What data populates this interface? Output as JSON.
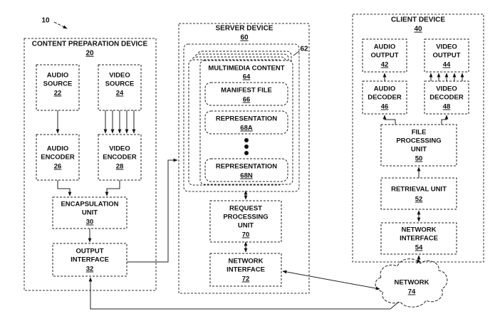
{
  "figure_ref": "10",
  "content_preparation_device": {
    "title": "CONTENT PREPARATION DEVICE",
    "num": "20",
    "audio_source": {
      "l1": "AUDIO",
      "l2": "SOURCE",
      "num": "22"
    },
    "video_source": {
      "l1": "VIDEO",
      "l2": "SOURCE",
      "num": "24"
    },
    "audio_encoder": {
      "l1": "AUDIO",
      "l2": "ENCODER",
      "num": "26"
    },
    "video_encoder": {
      "l1": "VIDEO",
      "l2": "ENCODER",
      "num": "28"
    },
    "encapsulation_unit": {
      "l1": "ENCAPSULATION",
      "l2": "UNIT",
      "num": "30"
    },
    "output_interface": {
      "l1": "OUTPUT",
      "l2": "INTERFACE",
      "num": "32"
    }
  },
  "server_device": {
    "title": "SERVER DEVICE",
    "num": "60",
    "stack_ref": "62",
    "multimedia_content": {
      "l1": "MULTIMEDIA CONTENT",
      "num": "64"
    },
    "manifest_file": {
      "l1": "MANIFEST FILE",
      "num": "66"
    },
    "representation_a": {
      "l1": "REPRESENTATION",
      "num": "68A"
    },
    "representation_n": {
      "l1": "REPRESENTATION",
      "num": "68N"
    },
    "request_processing_unit": {
      "l1": "REQUEST",
      "l2": "PROCESSING",
      "l3": "UNIT",
      "num": "70"
    },
    "network_interface": {
      "l1": "NETWORK",
      "l2": "INTERFACE",
      "num": "72"
    }
  },
  "client_device": {
    "title": "CLIENT DEVICE",
    "num": "40",
    "audio_output": {
      "l1": "AUDIO",
      "l2": "OUTPUT",
      "num": "42"
    },
    "video_output": {
      "l1": "VIDEO",
      "l2": "OUTPUT",
      "num": "44"
    },
    "audio_decoder": {
      "l1": "AUDIO",
      "l2": "DECODER",
      "num": "46"
    },
    "video_decoder": {
      "l1": "VIDEO",
      "l2": "DECODER",
      "num": "48"
    },
    "file_processing_unit": {
      "l1": "FILE",
      "l2": "PROCESSING",
      "l3": "UNIT",
      "num": "50"
    },
    "retrieval_unit": {
      "l1": "RETRIEVAL UNIT",
      "num": "52"
    },
    "network_interface": {
      "l1": "NETWORK",
      "l2": "INTERFACE",
      "num": "54"
    }
  },
  "network": {
    "l1": "NETWORK",
    "num": "74"
  }
}
